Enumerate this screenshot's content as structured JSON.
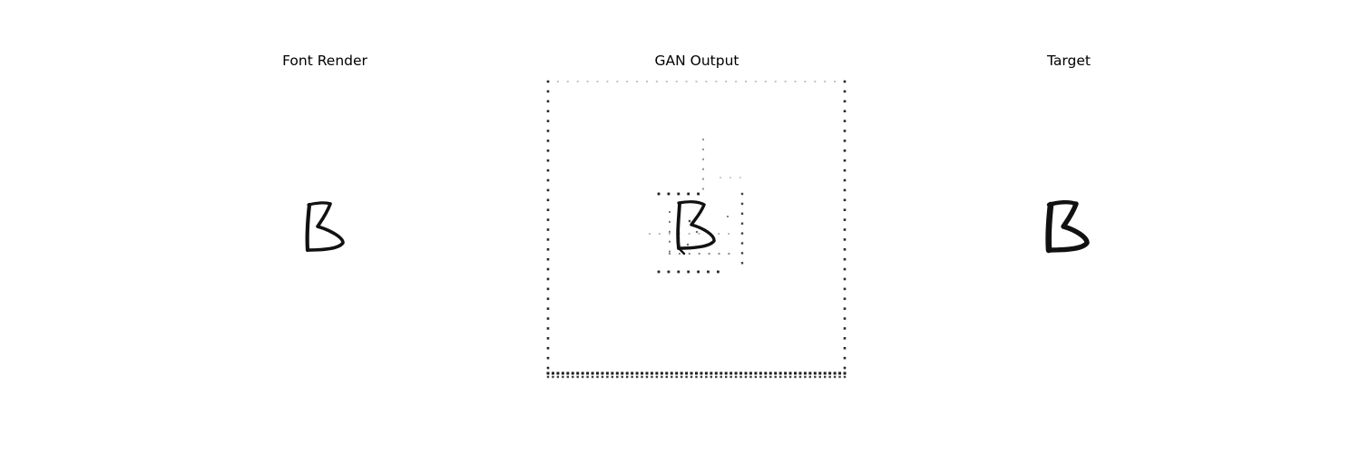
{
  "figure": {
    "background": "#ffffff",
    "panels": [
      {
        "id": "font-render",
        "title": "Font Render",
        "glyph": "B",
        "style": "clean-thin-stroke"
      },
      {
        "id": "gan-output",
        "title": "GAN Output",
        "glyph": "B",
        "style": "noisy-dotted-artifacts"
      },
      {
        "id": "target",
        "title": "Target",
        "glyph": "B",
        "style": "clean-bold-stroke"
      }
    ],
    "ink_color": "#111111"
  }
}
